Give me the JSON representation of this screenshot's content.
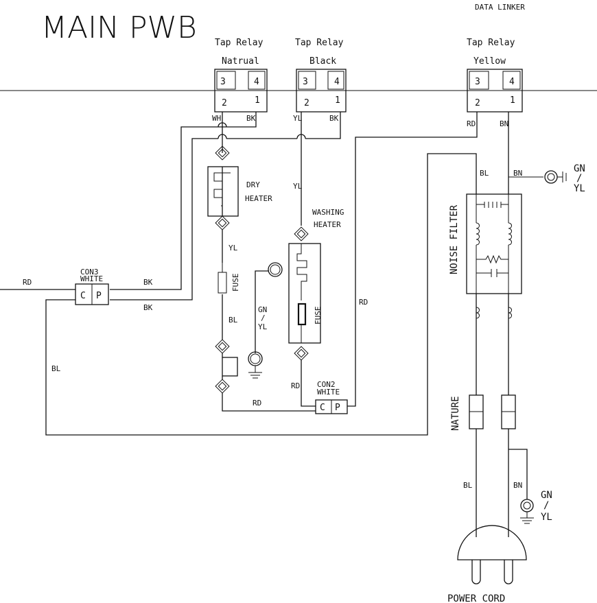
{
  "title": "MAIN PWB",
  "data_linker": "DATA LINKER",
  "relays": [
    {
      "name": "Tap Relay",
      "sub": "Natrual",
      "pins": [
        "3",
        "4",
        "2",
        "1"
      ],
      "wires": [
        "WH",
        "BK"
      ]
    },
    {
      "name": "Tap Relay",
      "sub": "Black",
      "pins": [
        "3",
        "4",
        "2",
        "1"
      ],
      "wires": [
        "YL",
        "BK"
      ]
    },
    {
      "name": "Tap Relay",
      "sub": "Yellow",
      "pins": [
        "3",
        "4",
        "2",
        "1"
      ],
      "wires": [
        "RD",
        "BN"
      ]
    }
  ],
  "dry_heater": [
    "DRY",
    "HEATER"
  ],
  "washing_heater": [
    "WASHING",
    "HEATER"
  ],
  "fuse": "FUSE",
  "noise_filter": "NOISE FILTER",
  "nature": "NATURE",
  "power_cord": "POWER CORD",
  "con3": {
    "name": "CON3",
    "color": "WHITE",
    "pins": [
      "C",
      "P"
    ]
  },
  "con2": {
    "name": "CON2",
    "color": "WHITE",
    "pins": [
      "C",
      "P"
    ]
  },
  "ground": [
    "GN",
    "/",
    "YL"
  ],
  "wire_labels": {
    "rd": "RD",
    "bk": "BK",
    "bl": "BL",
    "yl": "YL",
    "bn": "BN"
  }
}
